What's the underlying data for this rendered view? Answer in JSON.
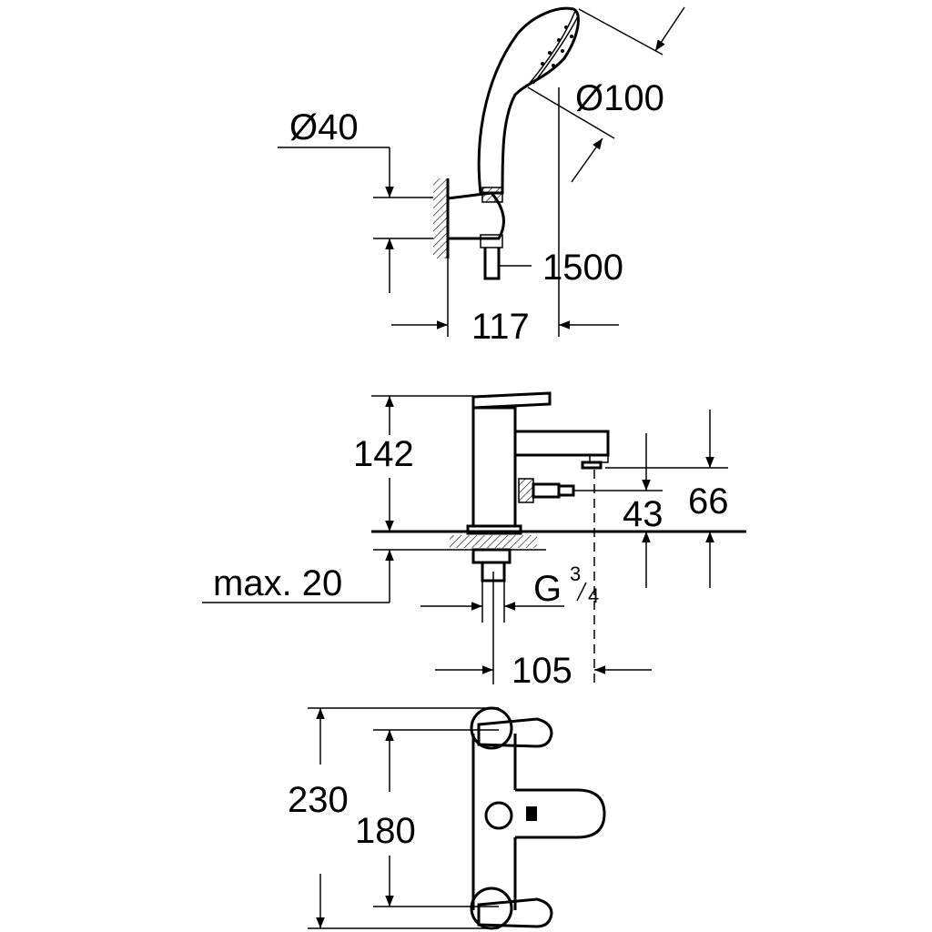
{
  "drawing": {
    "shower": {
      "dim_dia_40": "Ø40",
      "dim_dia_100": "Ø100",
      "dim_1500": "1500",
      "dim_117": "117"
    },
    "mixer": {
      "dim_142": "142",
      "dim_66": "66",
      "dim_43": "43",
      "dim_max20": "max. 20",
      "thread_g": "G",
      "thread_num": "3",
      "thread_den": "4",
      "dim_105": "105"
    },
    "plan": {
      "dim_230": "230",
      "dim_180": "180"
    }
  }
}
